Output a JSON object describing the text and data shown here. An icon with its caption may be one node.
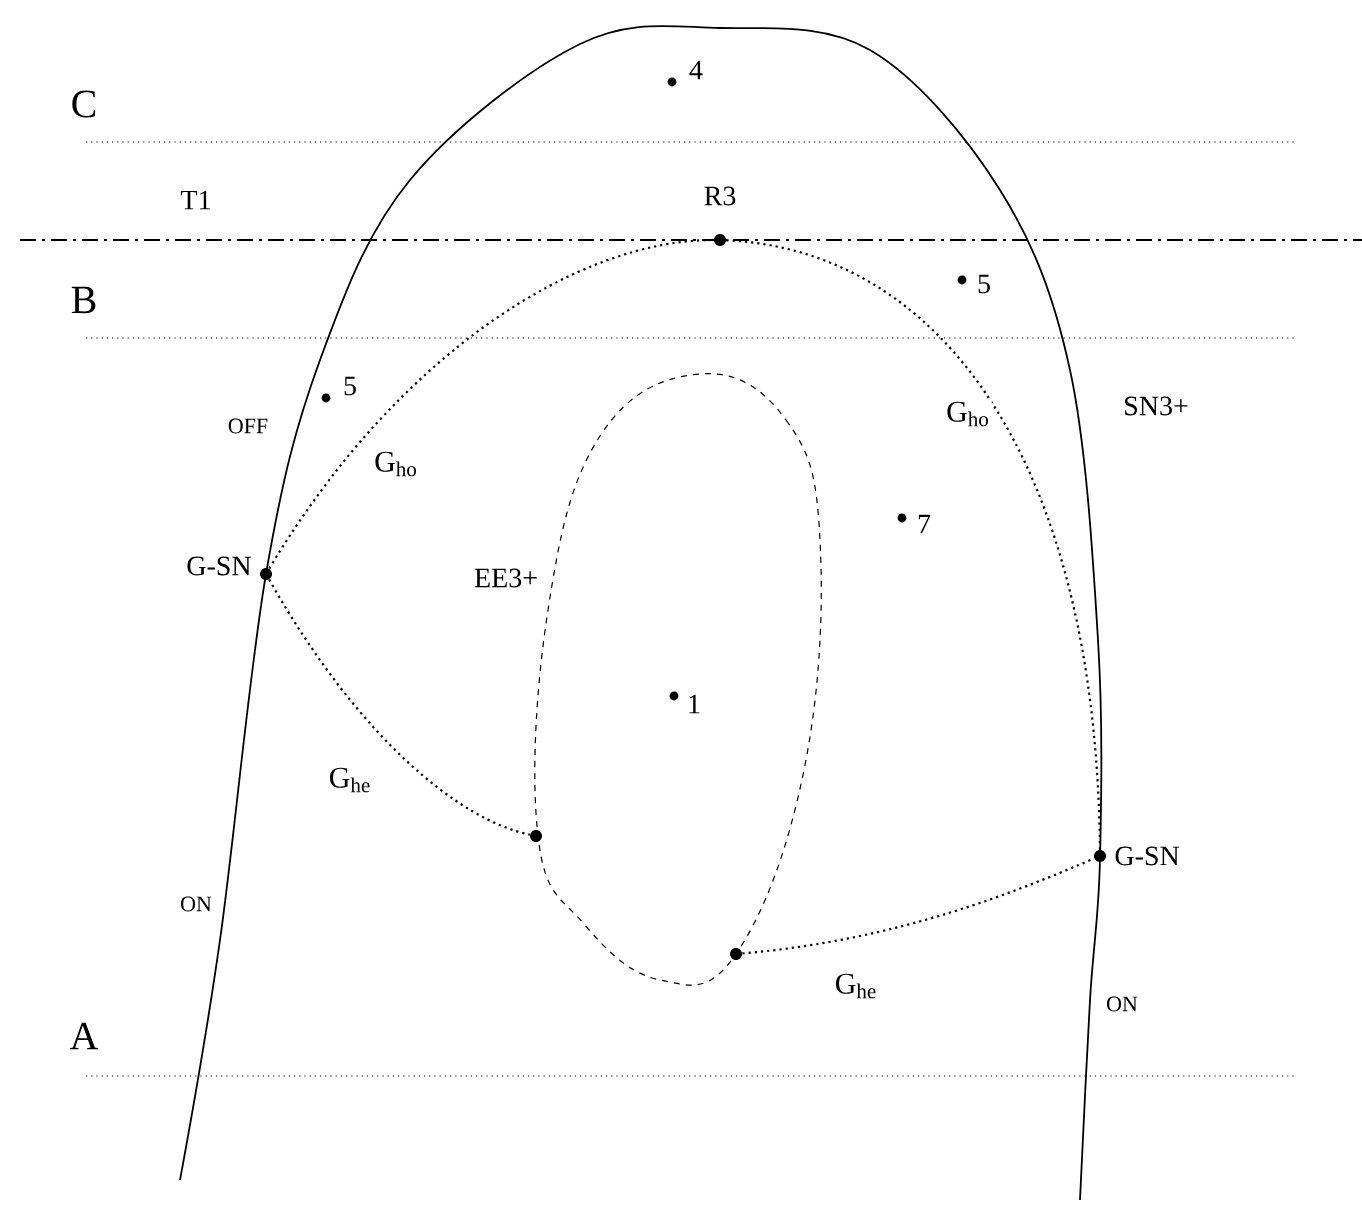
{
  "diagram": {
    "nodes": [
      {
        "text": [],
        "shape": "circle",
        "beside": [
          "G-SN"
        ]
      },
      {
        "text": [],
        "shape": "circle",
        "beside": [
          "R3"
        ]
      },
      {
        "text": [],
        "shape": "circle",
        "beside": [
          "G-SN"
        ]
      },
      {
        "text": [],
        "shape": "circle"
      },
      {
        "text": [],
        "shape": "circle"
      }
    ],
    "edges": [
      {
        "from": 0,
        "to": 1,
        "arrow": "none",
        "label": "G$_{ho}$"
      },
      {
        "from": 1,
        "to": 2,
        "arrow": "none",
        "label": "G$_{ho}$"
      },
      {
        "from": 0,
        "to": 3,
        "arrow": "none",
        "label": "G$_{he}$"
      },
      {
        "from": 4,
        "to": 2,
        "arrow": "none",
        "label": "G$_{he}$"
      }
    ],
    "labels": [
      "C",
      "4",
      "T1",
      "B",
      "5",
      "5",
      "OFF",
      "SN3+",
      "7",
      "EE3+",
      "1",
      "ON",
      "ON",
      "A"
    ]
  }
}
